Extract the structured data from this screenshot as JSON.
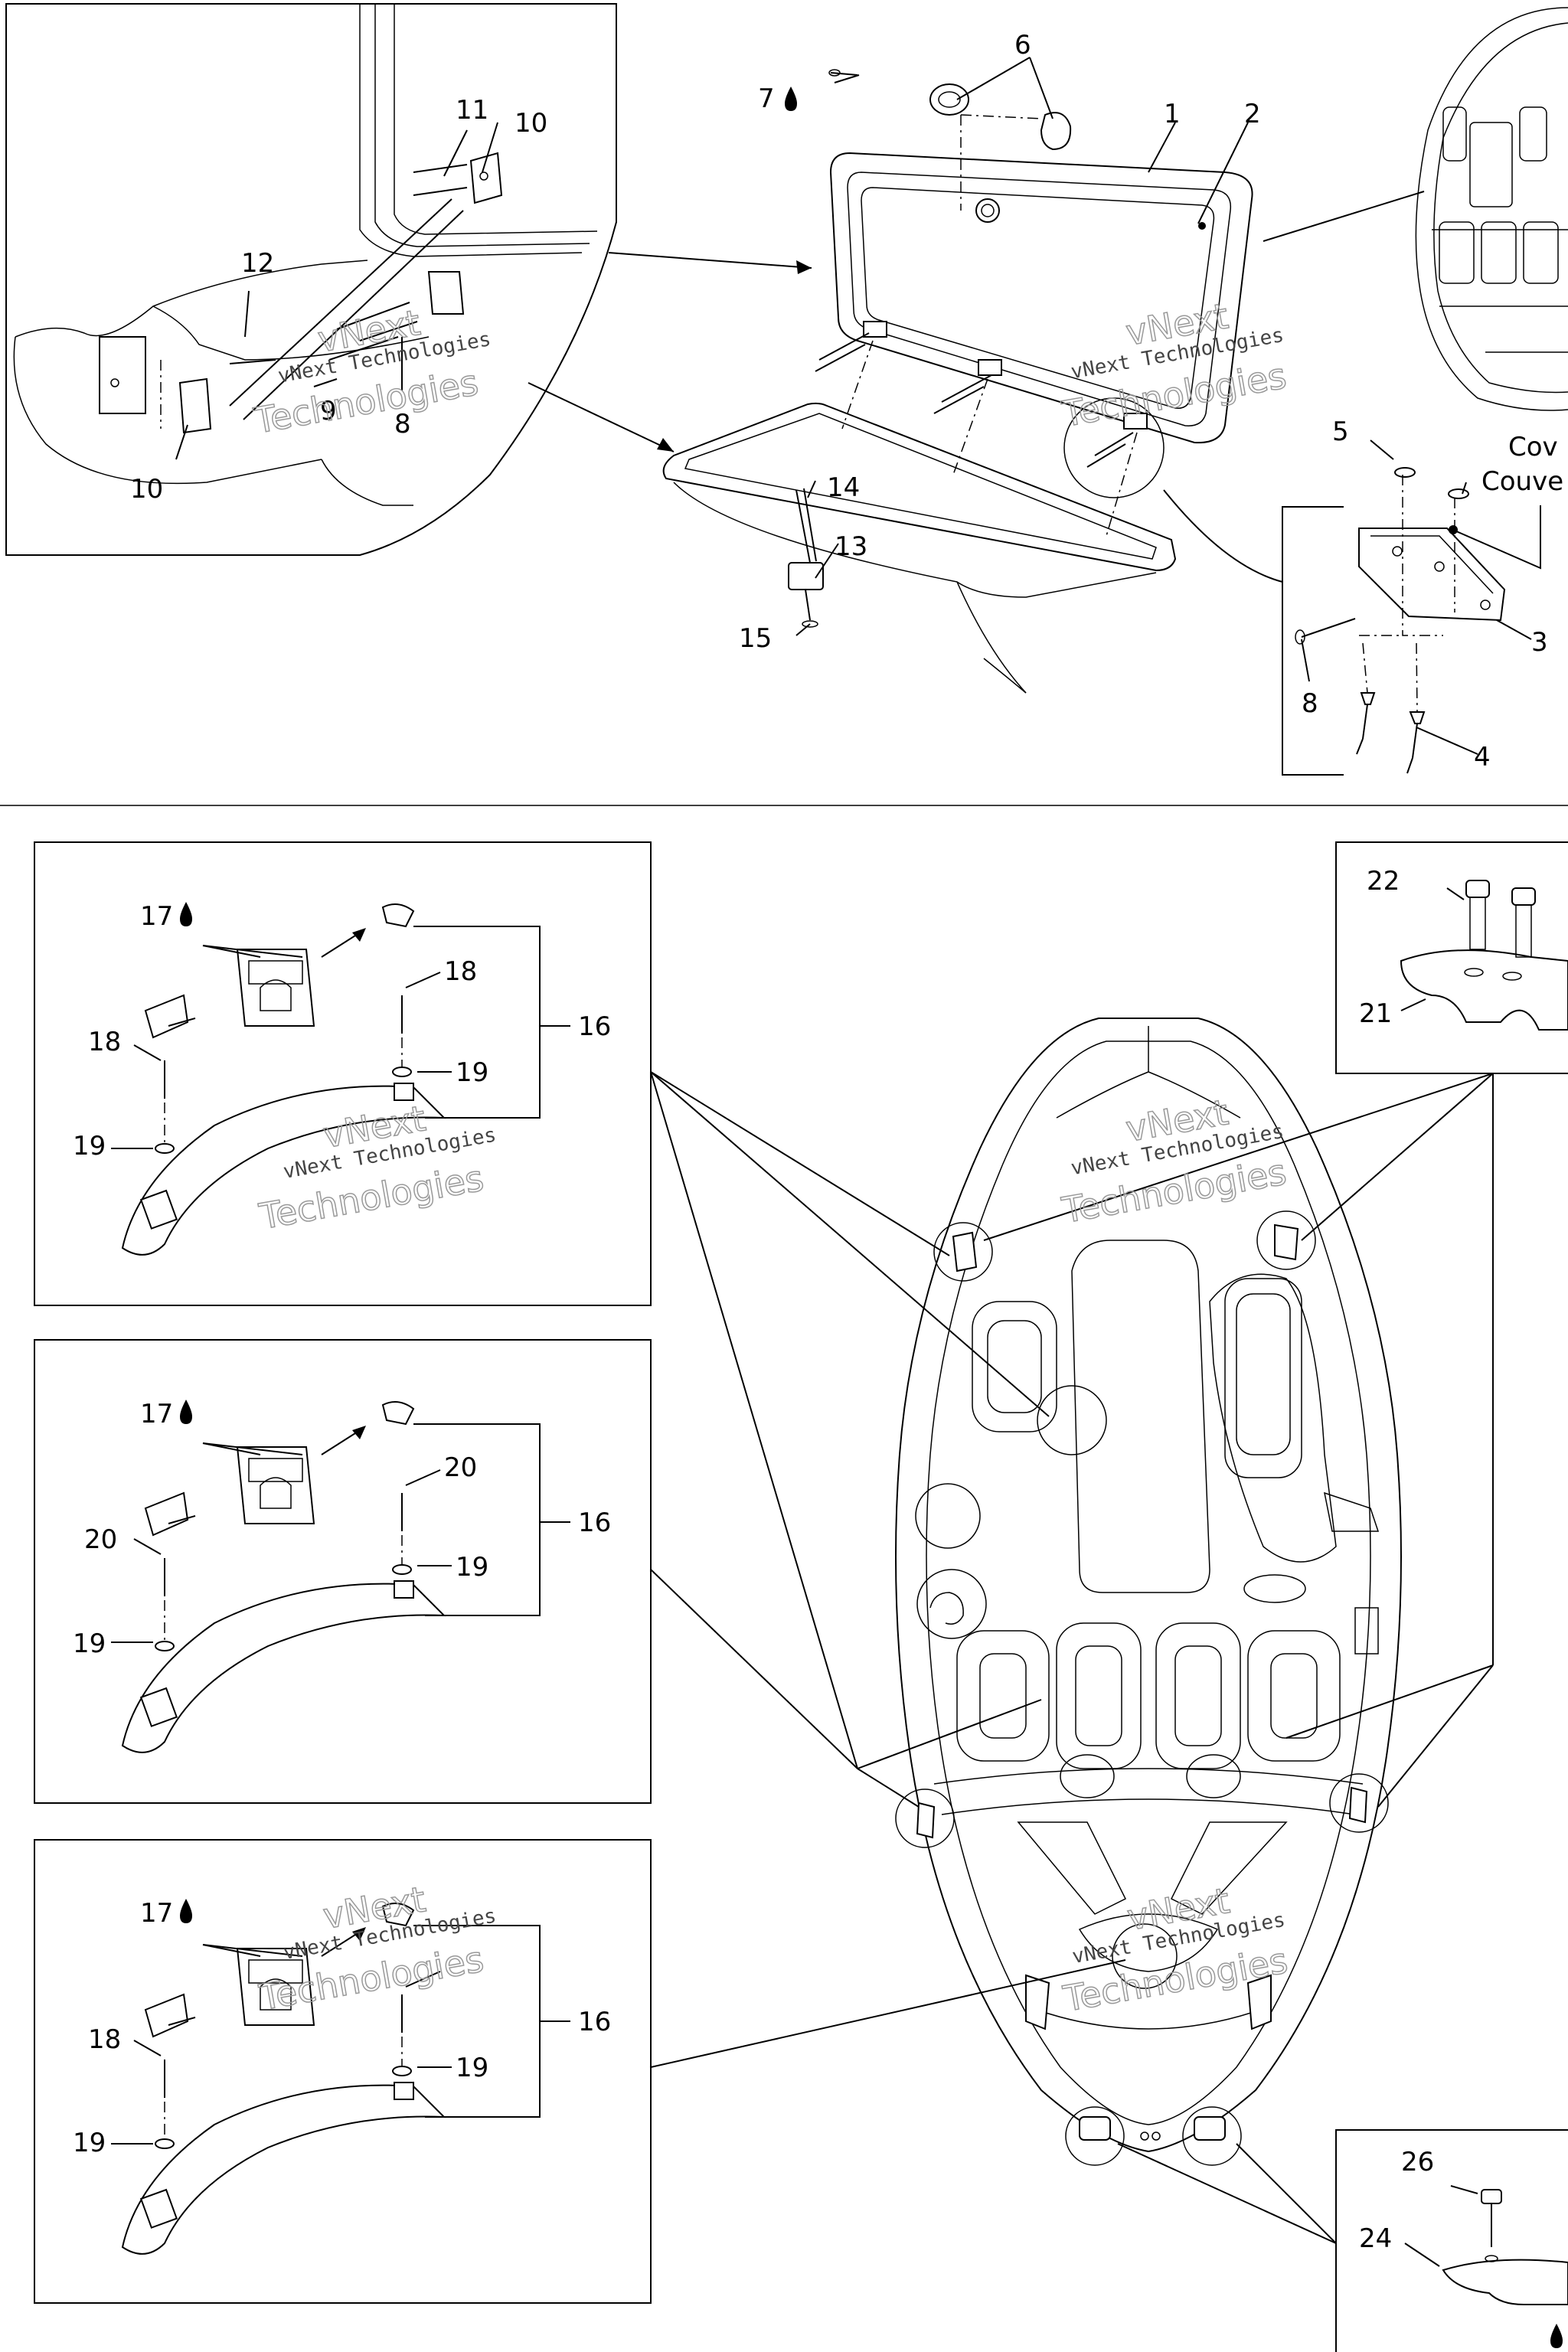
{
  "labels": {
    "l1": "1",
    "l2": "2",
    "l3": "3",
    "l4": "4",
    "l5": "5",
    "l6": "6",
    "l7": "7",
    "l8a": "8",
    "l8b": "8",
    "l9": "9",
    "l10a": "10",
    "l10b": "10",
    "l11": "11",
    "l12": "12",
    "l13": "13",
    "l14": "14",
    "l15": "15",
    "l16a": "16",
    "l16b": "16",
    "l16c": "16",
    "l17a": "17",
    "l17b": "17",
    "l17c": "17",
    "l18a": "18",
    "l18b": "18",
    "l18c": "18",
    "l19a": "19",
    "l19b": "19",
    "l19c": "19",
    "l19d": "19",
    "l19e": "19",
    "l19f": "19",
    "l20a": "20",
    "l20b": "20",
    "l21": "21",
    "l22": "22",
    "l24": "24",
    "l26": "26"
  },
  "cover_note": {
    "line1": "Cov",
    "line2": "Couve"
  },
  "watermark": {
    "text": "vNext Technologies",
    "big1": "vNext",
    "big2": "Technologies"
  },
  "colors": {
    "line": "#000000",
    "background": "#ffffff",
    "watermark": "#999999"
  }
}
